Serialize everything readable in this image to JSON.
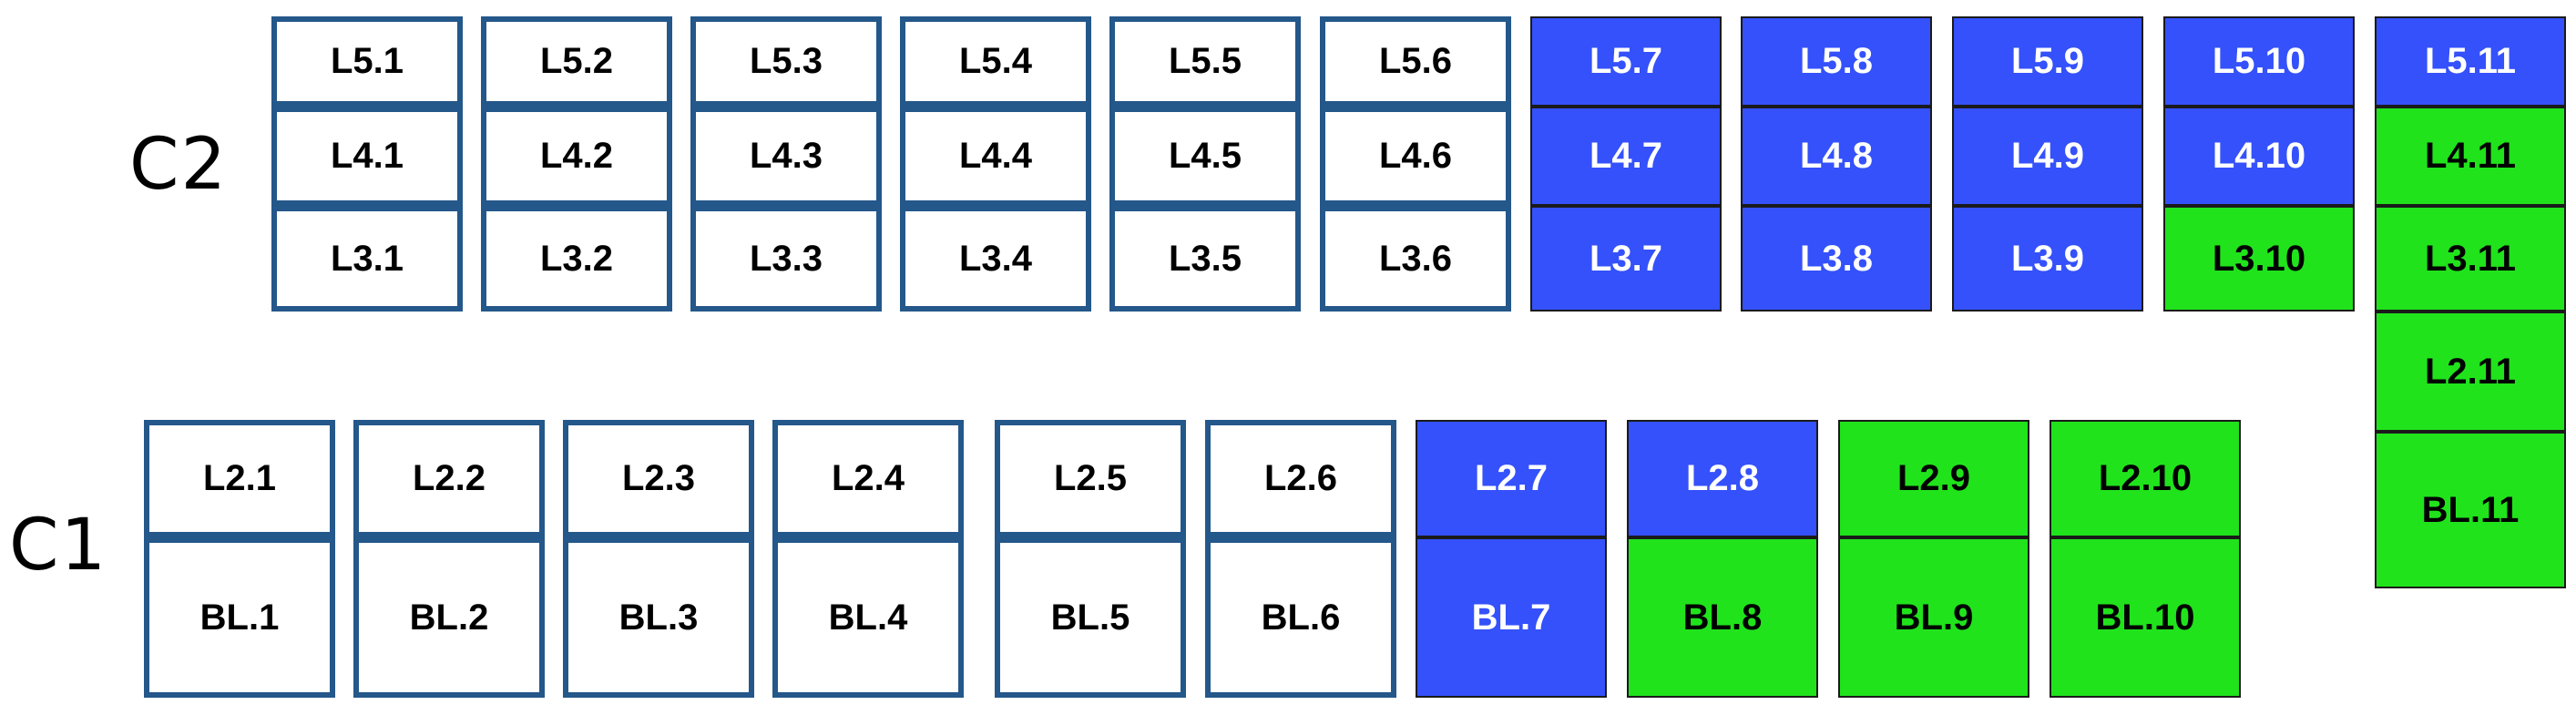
{
  "row_labels": {
    "c2": "C2",
    "c1": "C1"
  },
  "colors": {
    "blue": "#3451fb",
    "green": "#20e31c",
    "frame": "#24578a",
    "white": "#ffffff"
  },
  "c2_columns": [
    {
      "cells": [
        {
          "label": "L5.1",
          "color": "white"
        },
        {
          "label": "L4.1",
          "color": "white"
        },
        {
          "label": "L3.1",
          "color": "white"
        }
      ]
    },
    {
      "cells": [
        {
          "label": "L5.2",
          "color": "white"
        },
        {
          "label": "L4.2",
          "color": "white"
        },
        {
          "label": "L3.2",
          "color": "white"
        }
      ]
    },
    {
      "cells": [
        {
          "label": "L5.3",
          "color": "white"
        },
        {
          "label": "L4.3",
          "color": "white"
        },
        {
          "label": "L3.3",
          "color": "white"
        }
      ]
    },
    {
      "cells": [
        {
          "label": "L5.4",
          "color": "white"
        },
        {
          "label": "L4.4",
          "color": "white"
        },
        {
          "label": "L3.4",
          "color": "white"
        }
      ]
    },
    {
      "cells": [
        {
          "label": "L5.5",
          "color": "white"
        },
        {
          "label": "L4.5",
          "color": "white"
        },
        {
          "label": "L3.5",
          "color": "white"
        }
      ]
    },
    {
      "cells": [
        {
          "label": "L5.6",
          "color": "white"
        },
        {
          "label": "L4.6",
          "color": "white"
        },
        {
          "label": "L3.6",
          "color": "white"
        }
      ]
    },
    {
      "cells": [
        {
          "label": "L5.7",
          "color": "blue"
        },
        {
          "label": "L4.7",
          "color": "blue"
        },
        {
          "label": "L3.7",
          "color": "blue"
        }
      ]
    },
    {
      "cells": [
        {
          "label": "L5.8",
          "color": "blue"
        },
        {
          "label": "L4.8",
          "color": "blue"
        },
        {
          "label": "L3.8",
          "color": "blue"
        }
      ]
    },
    {
      "cells": [
        {
          "label": "L5.9",
          "color": "blue"
        },
        {
          "label": "L4.9",
          "color": "blue"
        },
        {
          "label": "L3.9",
          "color": "blue"
        }
      ]
    },
    {
      "cells": [
        {
          "label": "L5.10",
          "color": "blue"
        },
        {
          "label": "L4.10",
          "color": "blue"
        },
        {
          "label": "L3.10",
          "color": "green"
        }
      ]
    },
    {
      "cells": [
        {
          "label": "L5.11",
          "color": "blue"
        },
        {
          "label": "L4.11",
          "color": "green"
        },
        {
          "label": "L3.11",
          "color": "green"
        },
        {
          "label": "L2.11",
          "color": "green"
        },
        {
          "label": "BL.11",
          "color": "green"
        }
      ]
    }
  ],
  "c1_columns": [
    {
      "cells": [
        {
          "label": "L2.1",
          "color": "white"
        },
        {
          "label": "BL.1",
          "color": "white"
        }
      ]
    },
    {
      "cells": [
        {
          "label": "L2.2",
          "color": "white"
        },
        {
          "label": "BL.2",
          "color": "white"
        }
      ]
    },
    {
      "cells": [
        {
          "label": "L2.3",
          "color": "white"
        },
        {
          "label": "BL.3",
          "color": "white"
        }
      ]
    },
    {
      "cells": [
        {
          "label": "L2.4",
          "color": "white"
        },
        {
          "label": "BL.4",
          "color": "white"
        }
      ]
    },
    {
      "cells": [
        {
          "label": "L2.5",
          "color": "white"
        },
        {
          "label": "BL.5",
          "color": "white"
        }
      ]
    },
    {
      "cells": [
        {
          "label": "L2.6",
          "color": "white"
        },
        {
          "label": "BL.6",
          "color": "white"
        }
      ]
    },
    {
      "cells": [
        {
          "label": "L2.7",
          "color": "blue"
        },
        {
          "label": "BL.7",
          "color": "blue"
        }
      ]
    },
    {
      "cells": [
        {
          "label": "L2.8",
          "color": "blue"
        },
        {
          "label": "BL.8",
          "color": "green"
        }
      ]
    },
    {
      "cells": [
        {
          "label": "L2.9",
          "color": "green"
        },
        {
          "label": "BL.9",
          "color": "green"
        }
      ]
    },
    {
      "cells": [
        {
          "label": "L2.10",
          "color": "green"
        },
        {
          "label": "BL.10",
          "color": "green"
        }
      ]
    }
  ]
}
